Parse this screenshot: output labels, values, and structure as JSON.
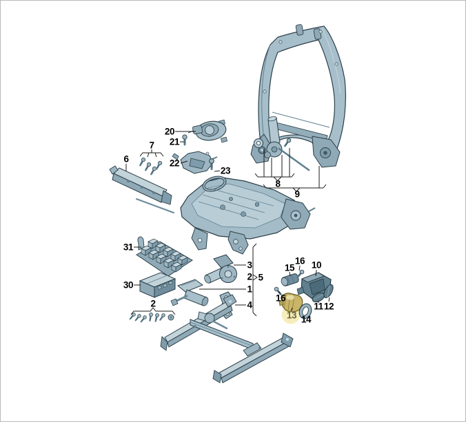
{
  "diagram": {
    "type": "exploded-parts-diagram",
    "background_color": "#ffffff",
    "part_outline_color": "#2b3e48",
    "part_fill_light": "#c6d6dd",
    "part_fill_mid": "#a7bfca",
    "part_fill_shade": "#8fa9b6",
    "part_fill_dark": "#60808f",
    "leader_line_color": "#1a1a1a",
    "highlight": {
      "label": "13",
      "part_fill": "#c9b468",
      "halo_fill": "#f6edbd",
      "text_color": "#6b6334"
    },
    "labels": [
      {
        "text": "20",
        "highlighted": false
      },
      {
        "text": "21",
        "highlighted": false
      },
      {
        "text": "7",
        "highlighted": false
      },
      {
        "text": "6",
        "highlighted": false
      },
      {
        "text": "22",
        "highlighted": false
      },
      {
        "text": "23",
        "highlighted": false
      },
      {
        "text": "8",
        "highlighted": false
      },
      {
        "text": "9",
        "highlighted": false
      },
      {
        "text": "31",
        "highlighted": false
      },
      {
        "text": "30",
        "highlighted": false
      },
      {
        "text": "2",
        "highlighted": false
      },
      {
        "text": "3",
        "highlighted": false
      },
      {
        "text": "2",
        "highlighted": false
      },
      {
        "text": "5",
        "highlighted": false
      },
      {
        "text": "1",
        "highlighted": false
      },
      {
        "text": "4",
        "highlighted": false
      },
      {
        "text": "15",
        "highlighted": false
      },
      {
        "text": "16",
        "highlighted": false
      },
      {
        "text": "10",
        "highlighted": false
      },
      {
        "text": "16",
        "highlighted": false
      },
      {
        "text": "11",
        "highlighted": false
      },
      {
        "text": "12",
        "highlighted": false
      },
      {
        "text": "13",
        "highlighted": true
      },
      {
        "text": "14",
        "highlighted": false
      }
    ]
  }
}
